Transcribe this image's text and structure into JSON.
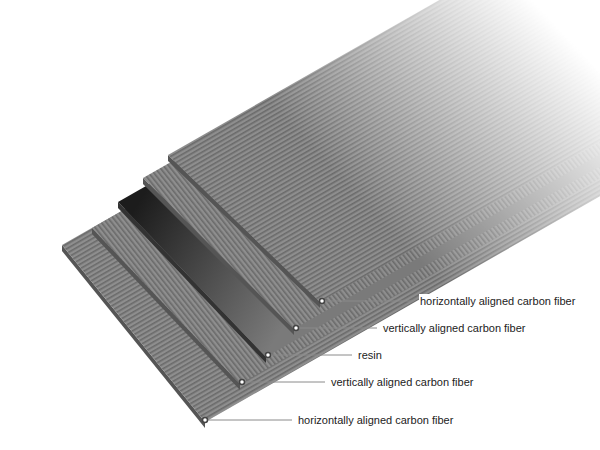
{
  "diagram": {
    "labels": [
      "horizontally aligned carbon fiber",
      "vertically aligned carbon fiber",
      "resin",
      "vertically aligned carbon fiber",
      "horizontally aligned carbon fiber"
    ]
  }
}
